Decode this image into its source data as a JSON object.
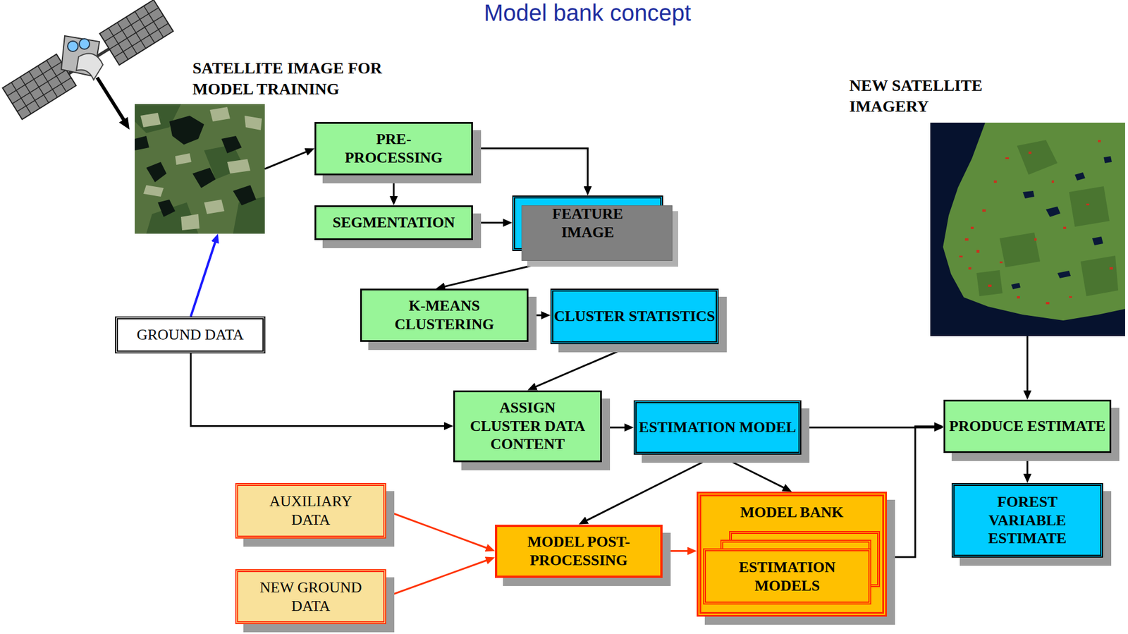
{
  "diagram": {
    "title": "Model bank concept",
    "nodes": [
      {
        "text": [
          "SATELLITE IMAGE FOR MODEL TRAINING"
        ]
      },
      {
        "text": [
          "NEW SATELLITE IMAGERY"
        ]
      },
      {
        "text": [
          "PRE-PROCESSING"
        ]
      },
      {
        "text": [
          "SEGMENTATION"
        ]
      },
      {
        "text": [
          "FEATURE IMAGE"
        ]
      },
      {
        "text": [
          "GROUND DATA"
        ]
      },
      {
        "text": [
          "K-MEANS CLUSTERING"
        ]
      },
      {
        "text": [
          "CLUSTER STATISTICS"
        ]
      },
      {
        "text": [
          "ASSIGN CLUSTER DATA CONTENT"
        ]
      },
      {
        "text": [
          "ESTIMATION MODEL"
        ]
      },
      {
        "text": [
          "PRODUCE ESTIMATE"
        ]
      },
      {
        "text": [
          "AUXILIARY DATA"
        ]
      },
      {
        "text": [
          "MODEL BANK"
        ]
      },
      {
        "text": [
          "ESTIMATION MODELS"
        ],
        "in": 12
      },
      {
        "text": [
          "FOREST VARIABLE ESTIMATE"
        ]
      },
      {
        "text": [
          "MODEL POST-PROCESSING"
        ]
      },
      {
        "text": [
          "NEW GROUND DATA"
        ]
      }
    ],
    "edges": [
      {
        "from": 0,
        "to": 2,
        "arrow": "to"
      },
      {
        "from": 5,
        "to": 0,
        "arrow": "to"
      },
      {
        "from": 2,
        "to": 3,
        "arrow": "to"
      },
      {
        "from": 2,
        "to": 4,
        "arrow": "to"
      },
      {
        "from": 3,
        "to": 4,
        "arrow": "to"
      },
      {
        "from": 4,
        "to": 6,
        "arrow": "to"
      },
      {
        "from": 6,
        "to": 7,
        "arrow": "to"
      },
      {
        "from": 7,
        "to": 8,
        "arrow": "to"
      },
      {
        "from": 5,
        "to": 8,
        "arrow": "to"
      },
      {
        "from": 8,
        "to": 9,
        "arrow": "to"
      },
      {
        "from": 9,
        "to": 10,
        "arrow": "to"
      },
      {
        "from": 1,
        "to": 10,
        "arrow": "to"
      },
      {
        "from": 9,
        "to": 15,
        "arrow": "to"
      },
      {
        "from": 9,
        "to": 12,
        "arrow": "to"
      },
      {
        "from": 11,
        "to": 15,
        "arrow": "to"
      },
      {
        "from": 16,
        "to": 15,
        "arrow": "to"
      },
      {
        "from": 15,
        "to": 12,
        "arrow": "to"
      },
      {
        "from": 12,
        "to": 10,
        "arrow": "to"
      },
      {
        "from": 10,
        "to": 14,
        "arrow": "to"
      }
    ]
  }
}
